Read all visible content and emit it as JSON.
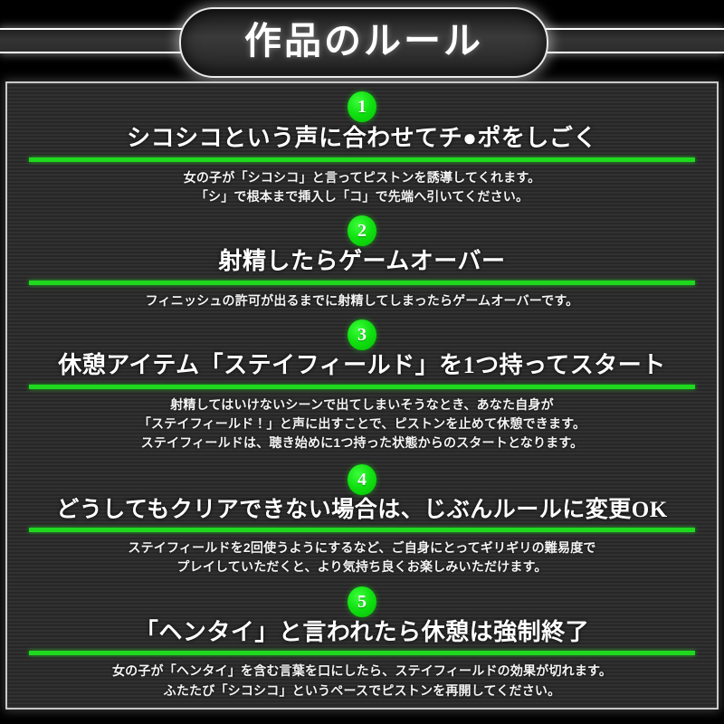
{
  "header": {
    "title": "作品のルール"
  },
  "panel": {
    "accent_green": "#1fd91f",
    "badge_green": "#10e010",
    "text_color": "#ffffff",
    "panel_bg": "#2c2c2c",
    "page_bg": "#000000"
  },
  "rules": [
    {
      "number": "1",
      "heading": "シコシコという声に合わせてチ●ポをしごく",
      "body": [
        "女の子が「シコシコ」と言ってピストンを誘導してくれます。",
        "「シ」で根本まで挿入し「コ」で先端へ引いてください。"
      ]
    },
    {
      "number": "2",
      "heading": "射精したらゲームオーバー",
      "body": [
        "フィニッシュの許可が出るまでに射精してしまったらゲームオーバーです。"
      ]
    },
    {
      "number": "3",
      "heading": "休憩アイテム「ステイフィールド」を1つ持ってスタート",
      "body": [
        "射精してはいけないシーンで出てしまいそうなとき、あなた自身が",
        "「ステイフィールド！」と声に出すことで、ピストンを止めて休憩できます。",
        "ステイフィールドは、聴き始めに1つ持った状態からのスタートとなります。"
      ]
    },
    {
      "number": "4",
      "heading": "どうしてもクリアできない場合は、じぶんルールに変更OK",
      "body": [
        "ステイフィールドを2回使うようにするなど、ご自身にとってギリギリの難易度で",
        "プレイしていただくと、より気持ち良くお楽しみいただけます。"
      ]
    },
    {
      "number": "5",
      "heading": "「ヘンタイ」と言われたら休憩は強制終了",
      "body": [
        "女の子が「ヘンタイ」を含む言葉を口にしたら、ステイフィールドの効果が切れます。",
        "ふたたび「シコシコ」というペースでピストンを再開してください。"
      ]
    }
  ]
}
